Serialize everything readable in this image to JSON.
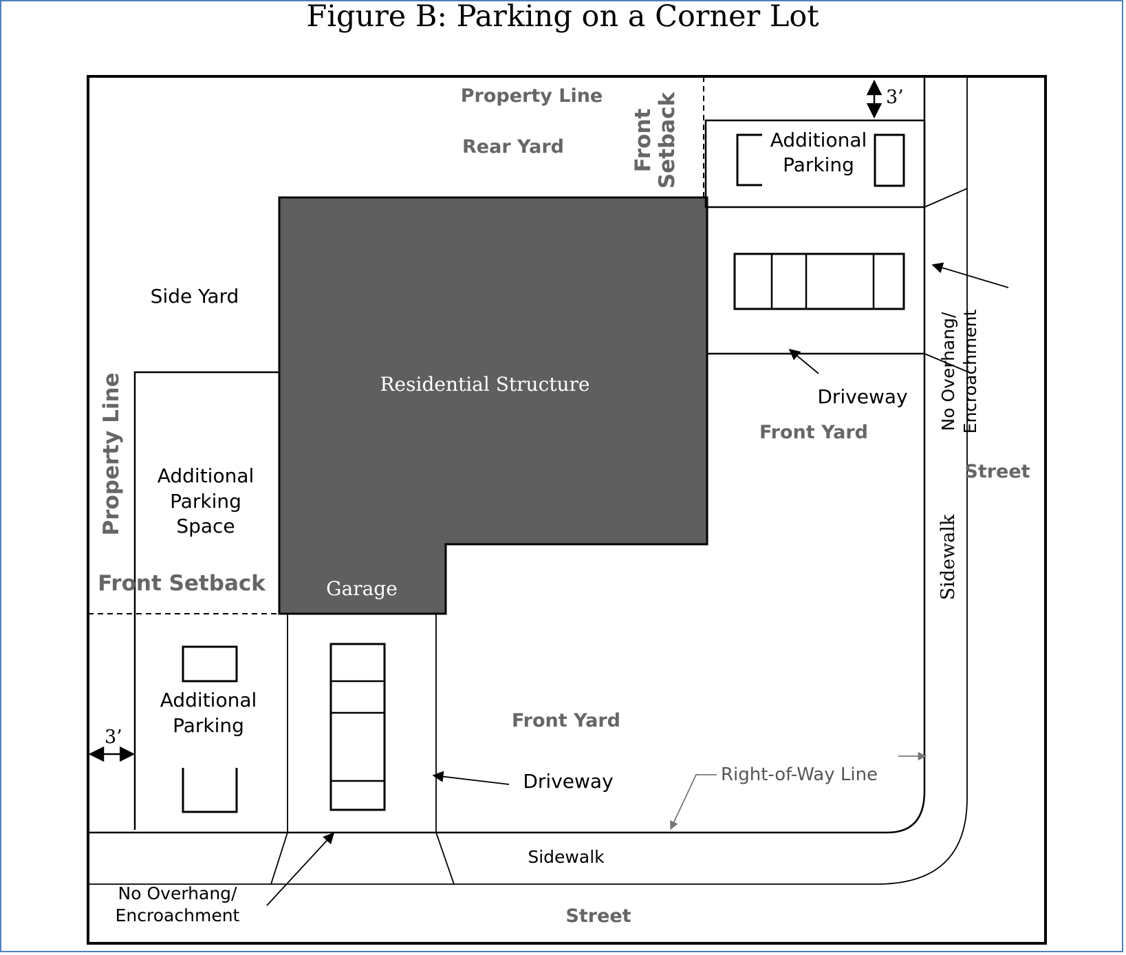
{
  "title": "Figure B: Parking on a Corner Lot",
  "labels": {
    "property_line_top": "Property Line",
    "property_line_left": "Property Line",
    "rear_yard": "Rear Yard",
    "front_setback_top_1": "Front",
    "front_setback_top_2": "Setback",
    "three_ft_top": "3’",
    "three_ft_left": "3’",
    "additional_parking_top_1": "Additional",
    "additional_parking_top_2": "Parking",
    "side_yard": "Side Yard",
    "residential_structure": "Residential Structure",
    "garage": "Garage",
    "driveway_right": "Driveway",
    "front_yard_right": "Front Yard",
    "street_right": "Street",
    "sidewalk_right": "Sidewalk",
    "no_overhang_right_1": "No Overhang/",
    "no_overhang_right_2": "Encroachment",
    "additional_parking_space_1": "Additional",
    "additional_parking_space_2": "Parking",
    "additional_parking_space_3": "Space",
    "front_setback_left": "Front Setback",
    "additional_parking_left_1": "Additional",
    "additional_parking_left_2": "Parking",
    "front_yard_bottom": "Front Yard",
    "driveway_bottom": "Driveway",
    "right_of_way_line": "Right-of-Way Line",
    "sidewalk_bottom": "Sidewalk",
    "no_overhang_bottom_1": "No Overhang/",
    "no_overhang_bottom_2": "Encroachment",
    "street_bottom": "Street"
  },
  "colors": {
    "frame_border": "#4f7fbf",
    "structure_fill": "#5f5f5f",
    "gray_text": "#666666"
  }
}
